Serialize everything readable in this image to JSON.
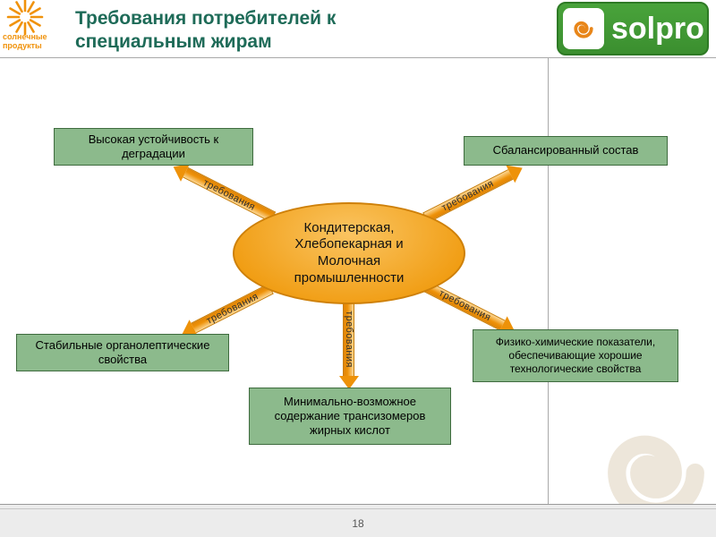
{
  "slide": {
    "title": "Требования потребителей к\nспециальным жирам",
    "page_number": "18"
  },
  "logos": {
    "sun": {
      "line1": "солнечные",
      "line2": "продукты"
    },
    "solpro": "solpro"
  },
  "diagram": {
    "center_label": "Кондитерская,\nХлебопекарная и\nМолочная\nпромышленности",
    "arrow_label": "требования",
    "boxes": [
      {
        "label": "Высокая устойчивость к деградации"
      },
      {
        "label": "Сбалансированный состав"
      },
      {
        "label": "Стабильные органолептические свойства"
      },
      {
        "label": "Минимально-возможное содержание трансизомеров жирных кислот"
      },
      {
        "label": "Физико-химические показатели, обеспечивающие хорошие технологические свойства"
      }
    ]
  },
  "colors": {
    "title": "#1E6B58",
    "box_fill": "#8CBA8C",
    "box_border": "#3E6B3E",
    "ellipse_fill": "#F09B0F",
    "arrow_fill": "#EE9209",
    "solpro_green": "#3B8F2F",
    "spiral_orange": "#E8861A",
    "watermark": "#EDE6DA"
  }
}
